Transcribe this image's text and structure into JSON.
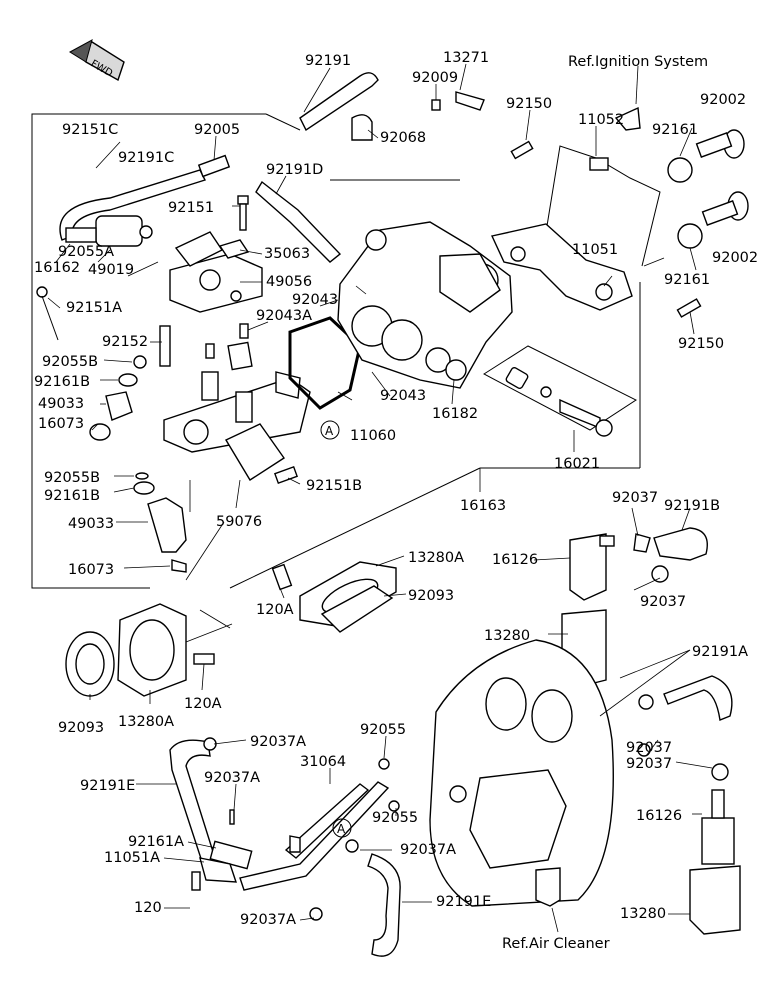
{
  "direction_badge": "FWD",
  "references": {
    "ignition": "Ref.Ignition System",
    "air_cleaner": "Ref.Air Cleaner"
  },
  "callouts": {
    "a_top": "A",
    "a_bottom": "A"
  },
  "parts": [
    "92191",
    "13271",
    "92009",
    "92150",
    "11052",
    "92002",
    "92161",
    "92005",
    "92151C",
    "92191C",
    "92068",
    "92191D",
    "92151",
    "35063",
    "92055A",
    "49019",
    "49056",
    "16162",
    "92151A",
    "92043",
    "92043A",
    "11051",
    "92002",
    "92161",
    "92150",
    "92152",
    "92055B",
    "92161B",
    "49033",
    "16073",
    "11060",
    "92043",
    "16182",
    "16021",
    "92151B",
    "92055B",
    "92161B",
    "49033",
    "59076",
    "16163",
    "16073",
    "92037",
    "92191B",
    "16126",
    "13280A",
    "120A",
    "92093",
    "92037",
    "13280",
    "92191A",
    "92093",
    "13280A",
    "120A",
    "92055",
    "92037",
    "92037",
    "92037A",
    "31064",
    "92191E",
    "92037A",
    "92055",
    "16126",
    "92161A",
    "92037A",
    "11051A",
    "92191E",
    "120",
    "92037A",
    "13280"
  ]
}
